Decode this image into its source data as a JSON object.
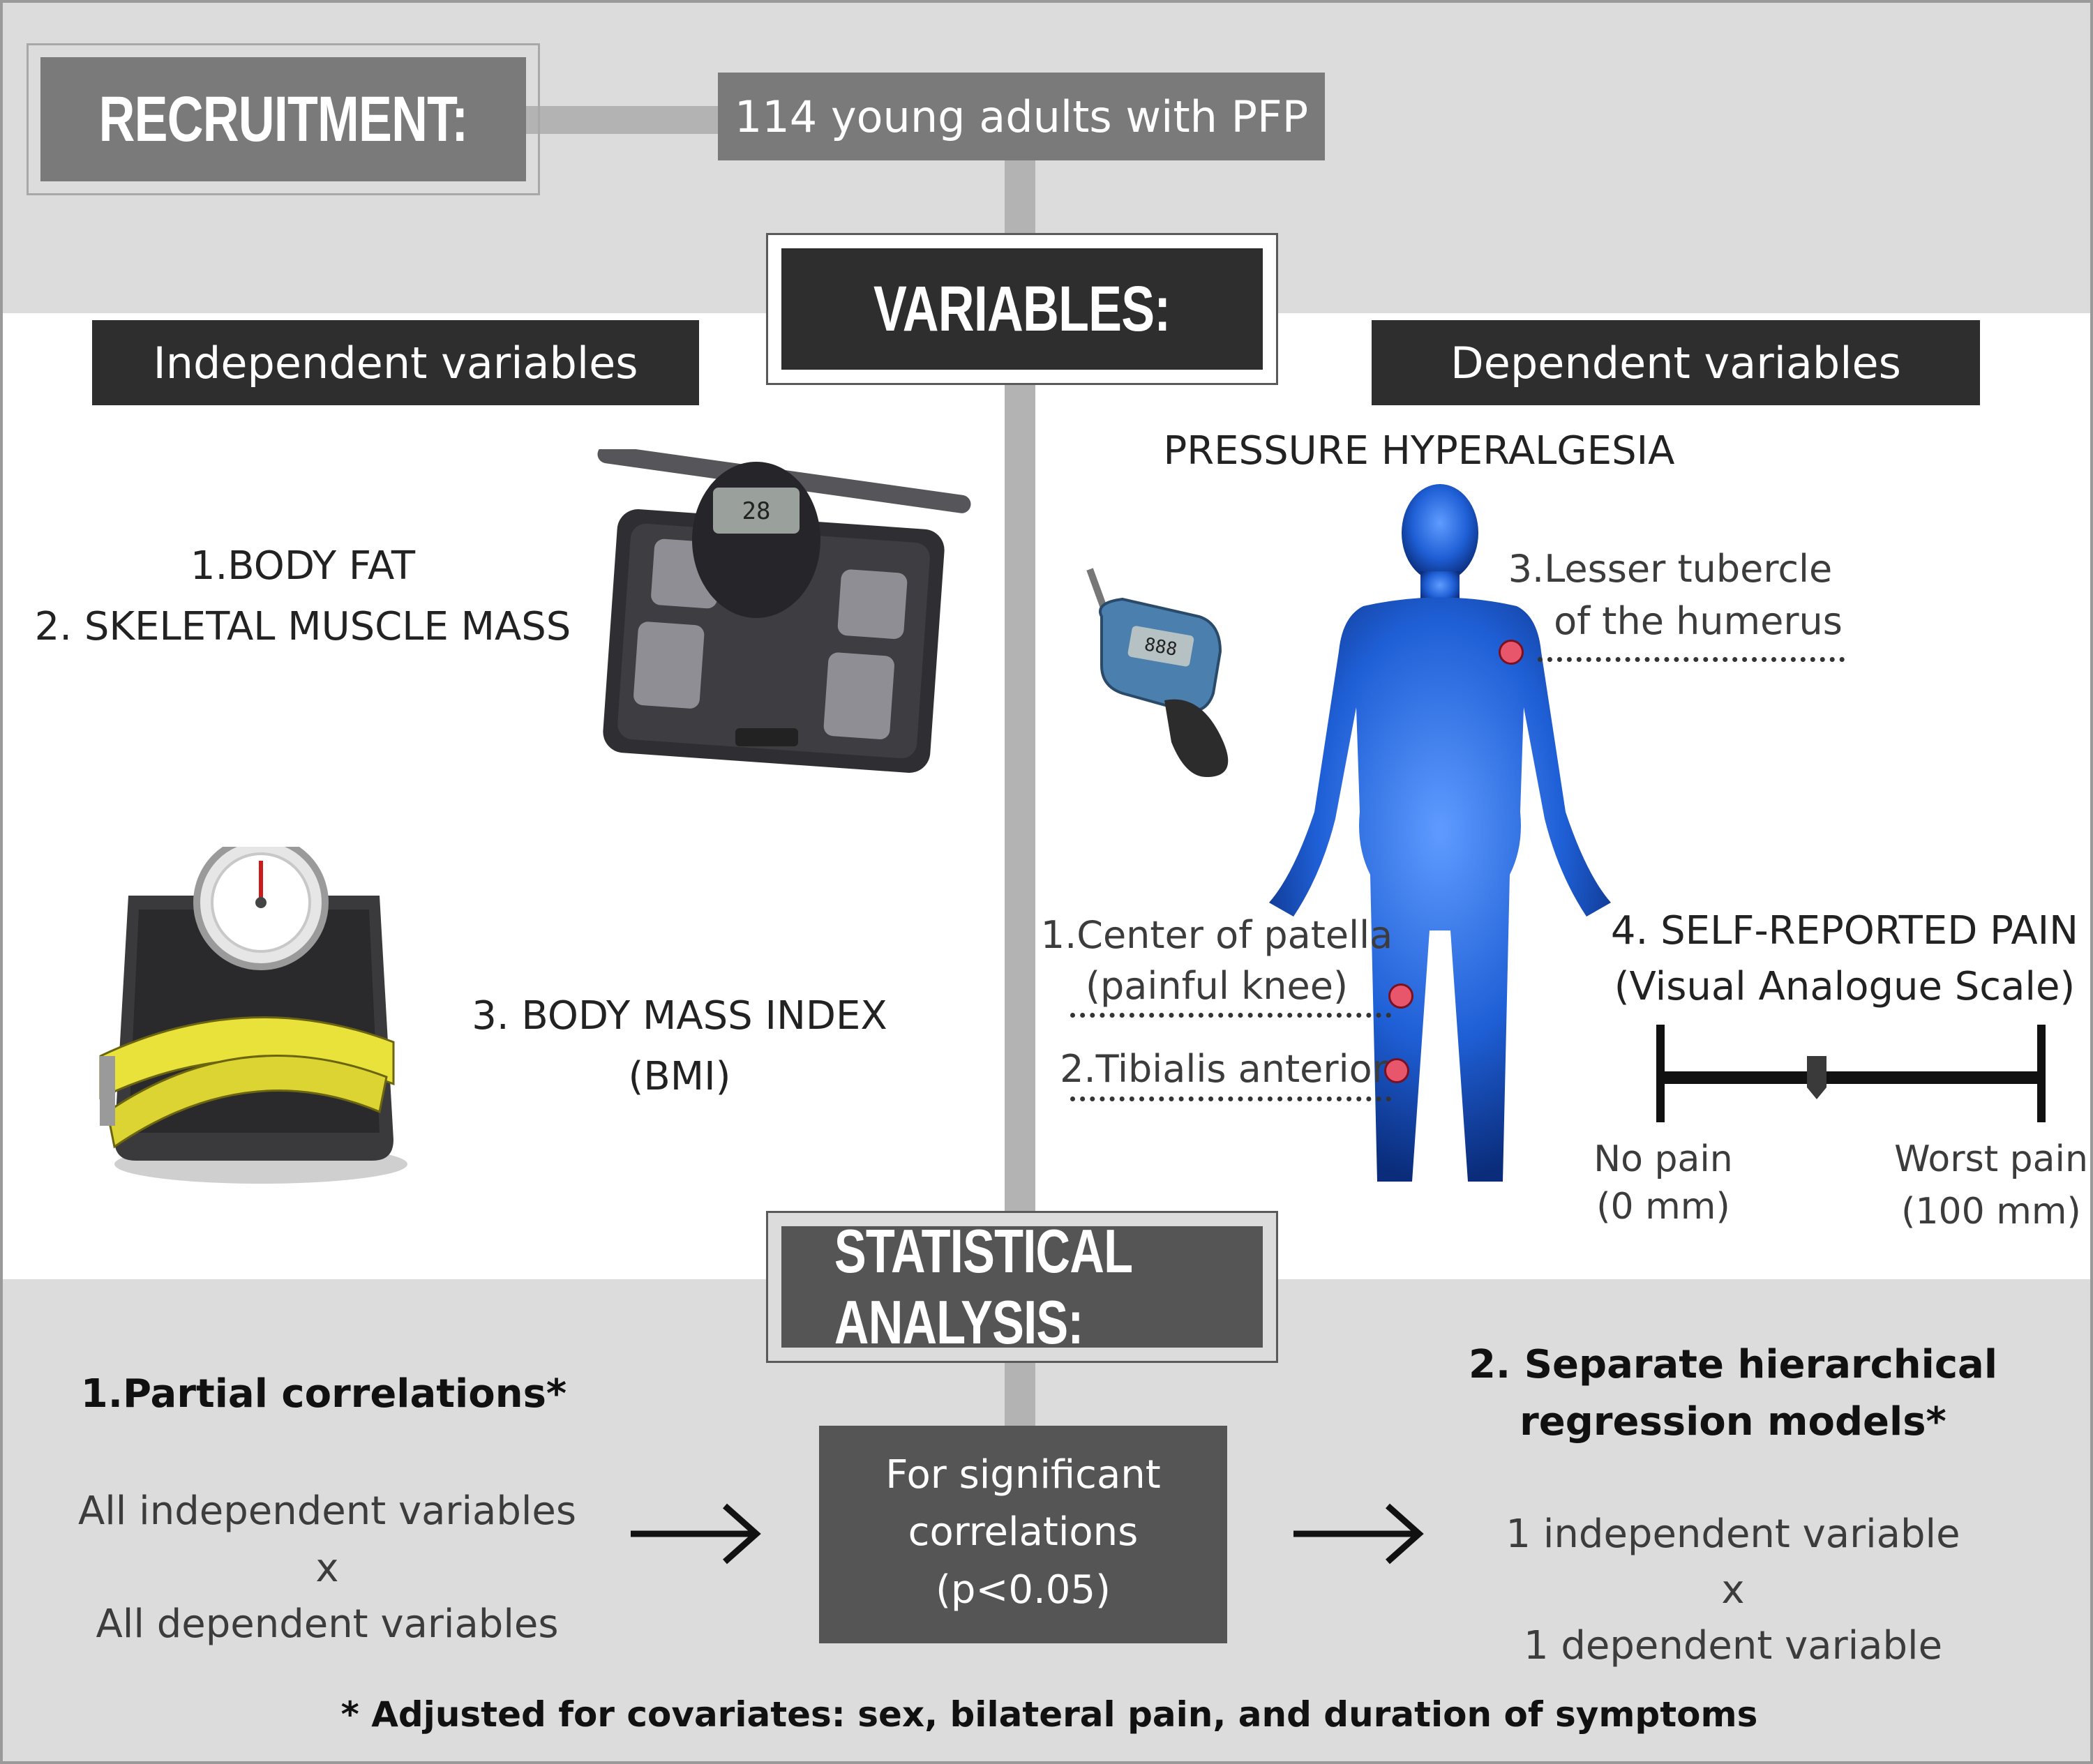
{
  "recruitment": {
    "label": "RECRUITMENT:",
    "participants": "114 young adults with PFP"
  },
  "variables": {
    "label": "VARIABLES:",
    "independent_header": "Independent variables",
    "dependent_header": "Dependent variables",
    "independent": {
      "item1": "1.BODY FAT",
      "item2": "2. SKELETAL MUSCLE MASS",
      "item3_line1": "3. BODY MASS INDEX",
      "item3_line2": "(BMI)"
    },
    "dependent": {
      "pressure_title": "PRESSURE HYPERALGESIA",
      "site3_line1": "3.Lesser tubercle",
      "site3_line2": "of the humerus",
      "site1_line1": "1.Center of patella",
      "site1_line2": "(painful knee)",
      "site2": "2.Tibialis anterior",
      "pain_title": "4. SELF-REPORTED PAIN",
      "pain_subtitle": "(Visual Analogue Scale)",
      "vas_left_line1": "No pain",
      "vas_left_line2": "(0 mm)",
      "vas_right_line1": "Worst pain",
      "vas_right_line2": "(100 mm)"
    }
  },
  "analysis": {
    "label": "STATISTICAL ANALYSIS:",
    "step1_title": "1.Partial correlations*",
    "step1_line1": "All independent variables",
    "step1_line2": "x",
    "step1_line3": "All dependent variables",
    "middle_line1": "For significant",
    "middle_line2": "correlations",
    "middle_line3": "(p<0.05)",
    "step2_title_line1": "2. Separate hierarchical",
    "step2_title_line2": "regression models*",
    "step2_line1": "1 independent variable",
    "step2_line2": "x",
    "step2_line3": "1 dependent variable",
    "footnote": "* Adjusted for covariates: sex, bilateral pain, and duration of symptoms"
  },
  "colors": {
    "band_gray": "#dcdcdc",
    "dark_box": "#2e2e2e",
    "mid_box": "#7a7a7a",
    "marker": "#e8566b",
    "body_blue": "#1f5fd6"
  }
}
